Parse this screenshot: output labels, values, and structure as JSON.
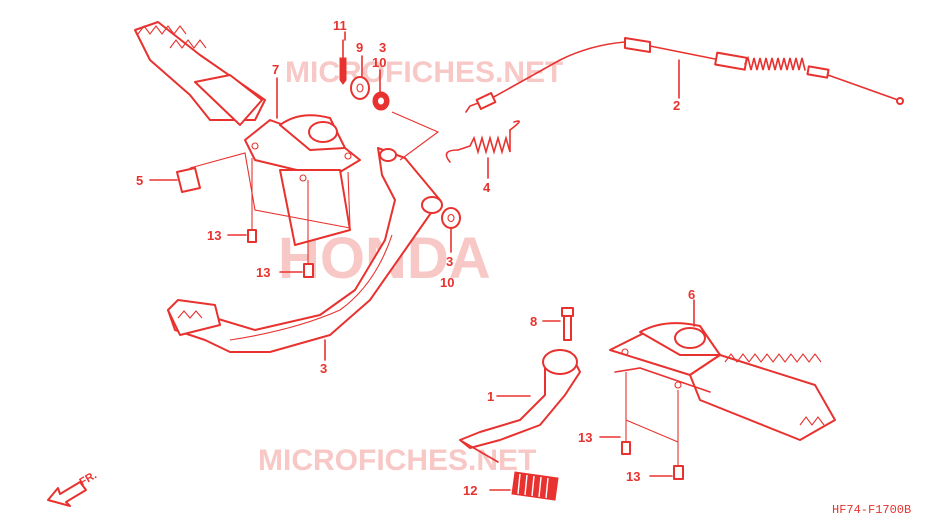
{
  "watermarks": {
    "top": "MICROFICHES.NET",
    "center": "HONDA",
    "bottom": "MICROFICHES.NET"
  },
  "direction_label": "FR.",
  "diagram_code": "HF74-F1700B",
  "callouts": {
    "c1": "1",
    "c2": "2",
    "c3_brake": "3",
    "c3_top": "3",
    "c3_mid": "3",
    "c4": "4",
    "c5": "5",
    "c6": "6",
    "c7": "7",
    "c8": "8",
    "c9": "9",
    "c10_top": "10",
    "c10_mid": "10",
    "c11": "11",
    "c12": "12",
    "c13_a": "13",
    "c13_b": "13",
    "c13_c": "13",
    "c13_d": "13"
  },
  "colors": {
    "line": "#e8322f",
    "watermark": "#f7c8c6",
    "background": "#ffffff"
  }
}
